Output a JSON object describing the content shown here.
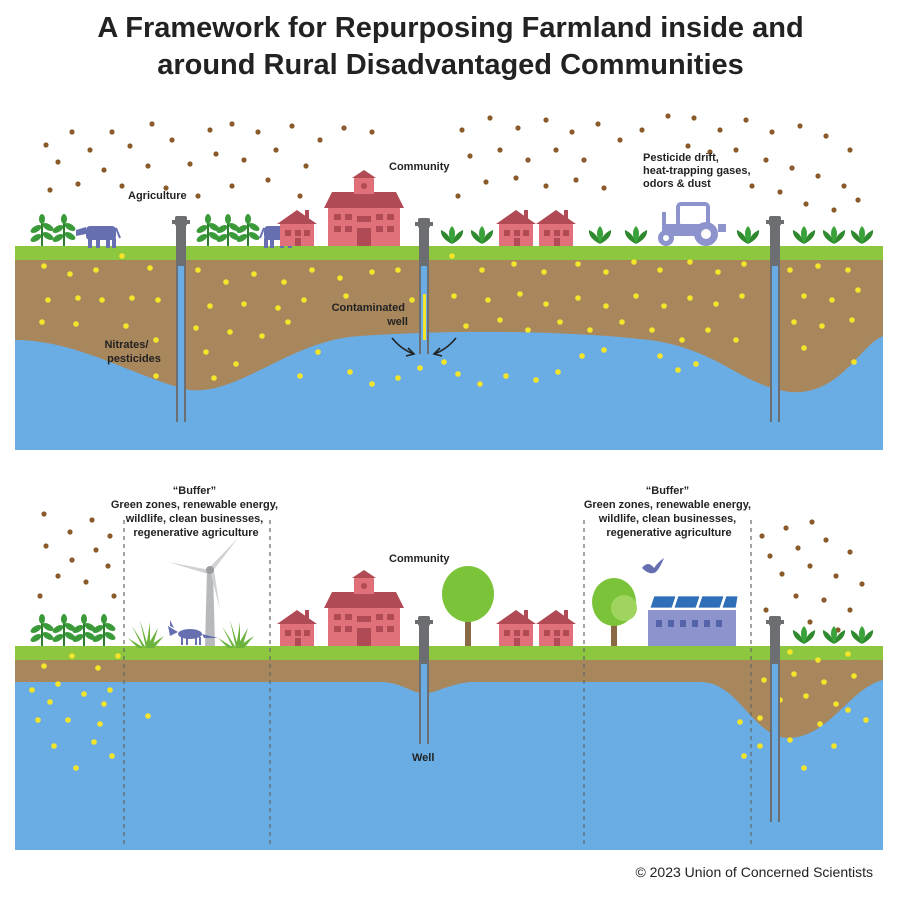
{
  "title": {
    "line1": "A Framework for Repurposing Farmland inside and",
    "line2": "around Rural Disadvantaged Communities"
  },
  "top_panel": {
    "agriculture": "Agriculture",
    "community": "Community",
    "pesticide_drift": [
      "Pesticide drift,",
      "heat-trapping gases,",
      "odors & dust"
    ],
    "contaminated_well": [
      "Contaminated",
      "well"
    ],
    "nitrates": [
      "Nitrates/",
      "pesticides"
    ]
  },
  "bottom_panel": {
    "buffer_left": [
      "“Buffer”",
      "Green zones, renewable energy,",
      "wildlife, clean businesses,",
      "regenerative agriculture"
    ],
    "buffer_right": [
      "“Buffer”",
      "Green zones, renewable energy,",
      "wildlife, clean businesses,",
      "regenerative agriculture"
    ],
    "community": "Community",
    "well": "Well"
  },
  "credit": "© 2023 Union of Concerned Scientists",
  "colors": {
    "grass": "#8dc63f",
    "soil": "#a9875c",
    "water": "#6aade4",
    "house": "#e0707a",
    "house_roof": "#b04a55",
    "animal": "#6670b0",
    "tractor": "#8d93cc",
    "plant": "#3a9a3a",
    "dust": "#8b5a2b",
    "contaminant": "#f4e52a",
    "pipe": "#6d6e71",
    "tree": "#7bc43a"
  }
}
